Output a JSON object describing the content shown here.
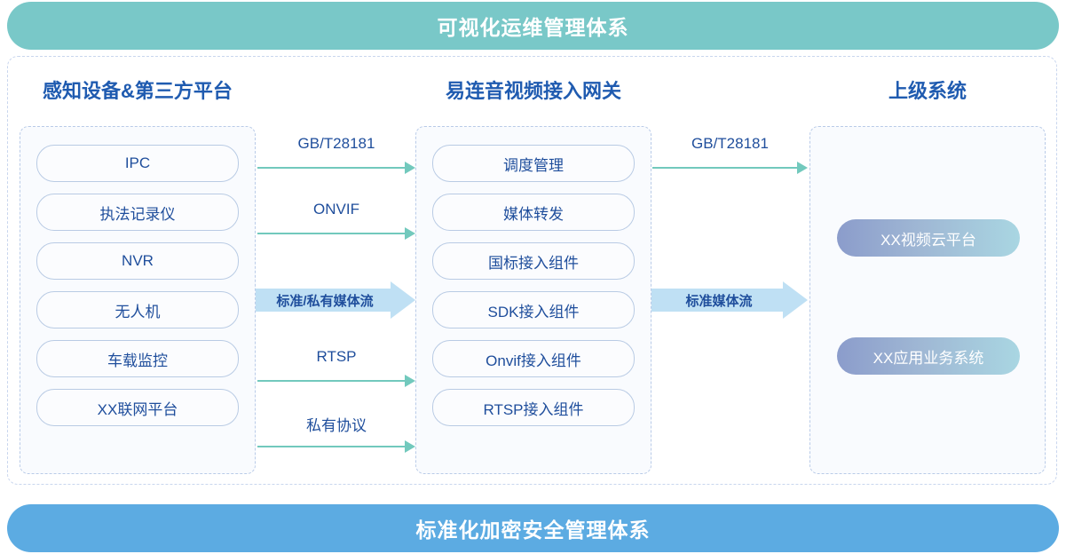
{
  "banners": {
    "top": "可视化运维管理体系",
    "bottom": "标准化加密安全管理体系",
    "top_color": "#79c8c8",
    "bottom_color": "#5cabe2"
  },
  "columns": {
    "left": {
      "title": "感知设备&第三方平台",
      "nodes": [
        "IPC",
        "执法记录仪",
        "NVR",
        "无人机",
        "车载监控",
        "XX联网平台"
      ]
    },
    "middle": {
      "title": "易连音视频接入网关",
      "nodes": [
        "调度管理",
        "媒体转发",
        "国标接入组件",
        "SDK接入组件",
        "Onvif接入组件",
        "RTSP接入组件"
      ]
    },
    "right": {
      "title": "上级系统",
      "nodes": [
        "XX视频云平台",
        "XX应用业务系统"
      ]
    }
  },
  "connectors": {
    "left_to_middle": [
      {
        "label": "GB/T28181",
        "style": "thin"
      },
      {
        "label": "ONVIF",
        "style": "thin"
      },
      {
        "label": "标准/私有媒体流",
        "style": "block"
      },
      {
        "label": "RTSP",
        "style": "thin"
      },
      {
        "label": "私有协议",
        "style": "thin"
      }
    ],
    "middle_to_right": [
      {
        "label": "GB/T28181",
        "style": "thin"
      },
      {
        "label": "标准媒体流",
        "style": "block"
      }
    ]
  },
  "theme": {
    "title_color": "#1f5bb0",
    "node_text_color": "#1f4e9c",
    "node_border_color": "#b9cbe4",
    "thin_arrow_color": "#72c9bd",
    "block_arrow_color": "#bfe0f4",
    "panel_bg": "#f9fbfe"
  }
}
